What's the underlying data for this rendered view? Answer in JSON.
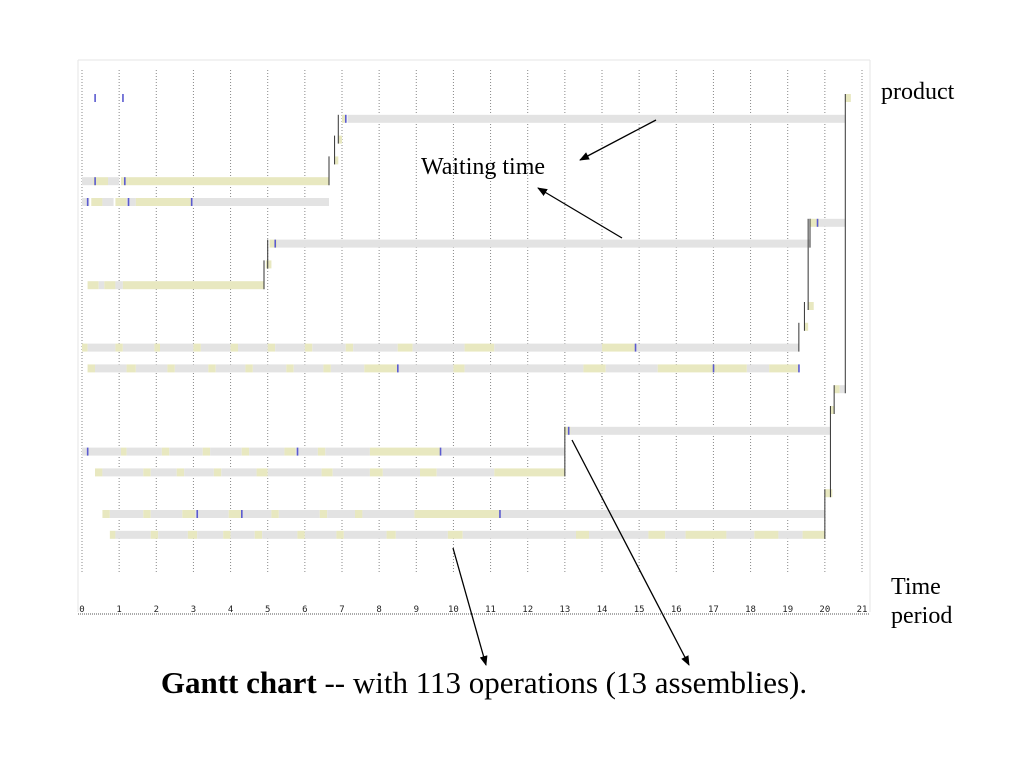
{
  "chart_data": {
    "type": "gantt",
    "xlim": [
      0,
      21
    ],
    "x_ticks": [
      0,
      1,
      2,
      3,
      4,
      5,
      6,
      7,
      8,
      9,
      10,
      11,
      12,
      13,
      14,
      15,
      16,
      17,
      18,
      19,
      20,
      21
    ],
    "grid": true,
    "colors": {
      "wait": "#e3e3e3",
      "process": "#e8e8c0",
      "setup": "#5a5ad0",
      "link": "#333333",
      "arrow": "#000000"
    },
    "rows": [
      {
        "y": 0,
        "segments": [
          [
            20.55,
            20.65,
            "p"
          ],
          [
            20.65,
            20.7,
            "p"
          ]
        ]
      },
      {
        "y": 1,
        "segments": [
          [
            7.0,
            7.1,
            "p"
          ],
          [
            7.15,
            20.55,
            "w"
          ]
        ]
      },
      {
        "y": 2,
        "segments": [
          [
            6.9,
            7.0,
            "p"
          ]
        ]
      },
      {
        "y": 3,
        "segments": [
          [
            6.8,
            6.9,
            "p"
          ]
        ]
      },
      {
        "y": 4,
        "segments": [
          [
            0,
            0.3,
            "w"
          ],
          [
            0.3,
            0.7,
            "p"
          ],
          [
            0.7,
            1.0,
            "w"
          ],
          [
            1.05,
            1.25,
            "p"
          ],
          [
            1.25,
            6.65,
            "p"
          ]
        ]
      },
      {
        "y": 5,
        "segments": [
          [
            0,
            0.2,
            "w"
          ],
          [
            0.25,
            0.55,
            "p"
          ],
          [
            0.55,
            0.85,
            "w"
          ],
          [
            0.9,
            1.2,
            "p"
          ],
          [
            1.2,
            1.45,
            "w"
          ],
          [
            1.45,
            2.95,
            "p"
          ],
          [
            2.95,
            6.65,
            "w"
          ]
        ]
      },
      {
        "y": 6,
        "segments": [
          [
            19.6,
            19.85,
            "p"
          ],
          [
            19.85,
            20.55,
            "w"
          ]
        ]
      },
      {
        "y": 7,
        "segments": [
          [
            5.05,
            5.25,
            "p"
          ],
          [
            5.25,
            19.6,
            "w"
          ]
        ]
      },
      {
        "y": 8,
        "segments": [
          [
            4.95,
            5.1,
            "p"
          ]
        ]
      },
      {
        "y": 9,
        "segments": [
          [
            0.15,
            0.45,
            "p"
          ],
          [
            0.45,
            0.6,
            "w"
          ],
          [
            0.6,
            0.9,
            "p"
          ],
          [
            0.9,
            1.1,
            "w"
          ],
          [
            1.1,
            4.9,
            "p"
          ]
        ]
      },
      {
        "y": 10,
        "segments": [
          [
            19.55,
            19.7,
            "p"
          ]
        ]
      },
      {
        "y": 11,
        "segments": [
          [
            19.45,
            19.55,
            "p"
          ]
        ]
      },
      {
        "y": 12,
        "segments": [
          [
            0,
            0.15,
            "p"
          ],
          [
            0.15,
            0.9,
            "w"
          ],
          [
            0.9,
            1.1,
            "p"
          ],
          [
            1.1,
            1.95,
            "w"
          ],
          [
            1.95,
            2.1,
            "p"
          ],
          [
            2.1,
            3.0,
            "w"
          ],
          [
            3.0,
            3.2,
            "p"
          ],
          [
            3.2,
            4.0,
            "w"
          ],
          [
            4.0,
            4.2,
            "p"
          ],
          [
            4.2,
            5.0,
            "w"
          ],
          [
            5.0,
            5.2,
            "p"
          ],
          [
            5.2,
            6.0,
            "w"
          ],
          [
            6.0,
            6.2,
            "p"
          ],
          [
            6.2,
            7.1,
            "w"
          ],
          [
            7.1,
            7.3,
            "p"
          ],
          [
            7.3,
            8.5,
            "w"
          ],
          [
            8.5,
            8.9,
            "p"
          ],
          [
            8.9,
            10.3,
            "w"
          ],
          [
            10.3,
            11.1,
            "p"
          ],
          [
            11.1,
            14.0,
            "w"
          ],
          [
            14.0,
            14.9,
            "p"
          ],
          [
            14.9,
            19.3,
            "w"
          ]
        ]
      },
      {
        "y": 13,
        "segments": [
          [
            0.15,
            0.35,
            "p"
          ],
          [
            0.35,
            1.2,
            "w"
          ],
          [
            1.2,
            1.45,
            "p"
          ],
          [
            1.45,
            2.3,
            "w"
          ],
          [
            2.3,
            2.5,
            "p"
          ],
          [
            2.5,
            3.4,
            "w"
          ],
          [
            3.4,
            3.6,
            "p"
          ],
          [
            3.6,
            4.4,
            "w"
          ],
          [
            4.4,
            4.6,
            "p"
          ],
          [
            4.6,
            5.5,
            "w"
          ],
          [
            5.5,
            5.7,
            "p"
          ],
          [
            5.7,
            6.5,
            "w"
          ],
          [
            6.5,
            6.7,
            "p"
          ],
          [
            6.7,
            7.6,
            "w"
          ],
          [
            7.6,
            8.5,
            "p"
          ],
          [
            8.5,
            10.0,
            "w"
          ],
          [
            10.0,
            10.3,
            "p"
          ],
          [
            10.3,
            13.5,
            "w"
          ],
          [
            13.5,
            14.1,
            "p"
          ],
          [
            14.1,
            15.5,
            "w"
          ],
          [
            15.5,
            17.1,
            "p"
          ],
          [
            17.1,
            17.9,
            "p"
          ],
          [
            17.9,
            18.5,
            "w"
          ],
          [
            18.5,
            19.3,
            "p"
          ]
        ]
      },
      {
        "y": 14,
        "segments": [
          [
            20.25,
            20.4,
            "p"
          ],
          [
            20.4,
            20.55,
            "w"
          ]
        ]
      },
      {
        "y": 15,
        "segments": [
          [
            20.15,
            20.25,
            "p"
          ]
        ]
      },
      {
        "y": 16,
        "segments": [
          [
            13.0,
            13.15,
            "p"
          ],
          [
            13.15,
            20.15,
            "w"
          ]
        ]
      },
      {
        "y": 17,
        "segments": [
          [
            0,
            0.15,
            "w"
          ],
          [
            0.15,
            1.05,
            "w"
          ],
          [
            1.05,
            1.2,
            "p"
          ],
          [
            1.2,
            2.15,
            "w"
          ],
          [
            2.15,
            2.35,
            "p"
          ],
          [
            2.35,
            3.25,
            "w"
          ],
          [
            3.25,
            3.45,
            "p"
          ],
          [
            3.45,
            4.3,
            "w"
          ],
          [
            4.3,
            4.5,
            "p"
          ],
          [
            4.5,
            5.45,
            "w"
          ],
          [
            5.45,
            5.75,
            "p"
          ],
          [
            5.75,
            6.35,
            "w"
          ],
          [
            6.35,
            6.55,
            "p"
          ],
          [
            6.55,
            7.75,
            "w"
          ],
          [
            7.75,
            9.65,
            "p"
          ],
          [
            9.65,
            13.0,
            "w"
          ]
        ]
      },
      {
        "y": 18,
        "segments": [
          [
            0.35,
            0.55,
            "p"
          ],
          [
            0.55,
            1.65,
            "w"
          ],
          [
            1.65,
            1.85,
            "p"
          ],
          [
            1.85,
            2.55,
            "w"
          ],
          [
            2.55,
            2.75,
            "p"
          ],
          [
            2.75,
            3.55,
            "w"
          ],
          [
            3.55,
            3.75,
            "p"
          ],
          [
            3.75,
            4.7,
            "w"
          ],
          [
            4.7,
            5.0,
            "p"
          ],
          [
            5.0,
            6.45,
            "w"
          ],
          [
            6.45,
            6.75,
            "p"
          ],
          [
            6.75,
            7.75,
            "w"
          ],
          [
            7.75,
            8.1,
            "p"
          ],
          [
            8.1,
            9.1,
            "w"
          ],
          [
            9.1,
            9.55,
            "p"
          ],
          [
            9.55,
            11.1,
            "w"
          ],
          [
            11.1,
            13.0,
            "p"
          ]
        ]
      },
      {
        "y": 19,
        "segments": [
          [
            20.0,
            20.2,
            "p"
          ]
        ]
      },
      {
        "y": 20,
        "segments": [
          [
            0.55,
            0.75,
            "p"
          ],
          [
            0.75,
            1.65,
            "w"
          ],
          [
            1.65,
            1.85,
            "p"
          ],
          [
            1.85,
            2.7,
            "w"
          ],
          [
            2.7,
            3.05,
            "p"
          ],
          [
            3.05,
            3.95,
            "w"
          ],
          [
            3.95,
            4.3,
            "p"
          ],
          [
            4.3,
            5.1,
            "w"
          ],
          [
            5.1,
            5.3,
            "p"
          ],
          [
            5.3,
            6.4,
            "w"
          ],
          [
            6.4,
            6.6,
            "p"
          ],
          [
            6.6,
            7.35,
            "w"
          ],
          [
            7.35,
            7.55,
            "p"
          ],
          [
            7.55,
            8.95,
            "w"
          ],
          [
            8.95,
            11.25,
            "p"
          ],
          [
            11.25,
            20.0,
            "w"
          ]
        ]
      },
      {
        "y": 21,
        "segments": [
          [
            0.75,
            0.9,
            "p"
          ],
          [
            0.9,
            1.85,
            "w"
          ],
          [
            1.85,
            2.05,
            "p"
          ],
          [
            2.05,
            2.85,
            "w"
          ],
          [
            2.85,
            3.1,
            "p"
          ],
          [
            3.1,
            3.8,
            "w"
          ],
          [
            3.8,
            4.0,
            "p"
          ],
          [
            4.0,
            4.65,
            "w"
          ],
          [
            4.65,
            4.85,
            "p"
          ],
          [
            4.85,
            5.8,
            "w"
          ],
          [
            5.8,
            6.0,
            "p"
          ],
          [
            6.0,
            6.85,
            "w"
          ],
          [
            6.85,
            7.05,
            "p"
          ],
          [
            7.05,
            8.2,
            "w"
          ],
          [
            8.2,
            8.45,
            "p"
          ],
          [
            8.45,
            9.85,
            "w"
          ],
          [
            9.85,
            10.25,
            "p"
          ],
          [
            10.25,
            13.3,
            "w"
          ],
          [
            13.3,
            13.65,
            "p"
          ],
          [
            13.65,
            15.25,
            "w"
          ],
          [
            15.25,
            15.7,
            "p"
          ],
          [
            15.7,
            16.25,
            "w"
          ],
          [
            16.25,
            17.35,
            "p"
          ],
          [
            17.35,
            18.1,
            "w"
          ],
          [
            18.1,
            18.75,
            "p"
          ],
          [
            18.75,
            19.4,
            "w"
          ],
          [
            19.4,
            20.0,
            "p"
          ]
        ]
      }
    ],
    "setup_marks": [
      [
        0,
        0.35
      ],
      [
        0,
        1.1
      ],
      [
        4,
        0.35
      ],
      [
        4,
        1.15
      ],
      [
        5,
        0.15
      ],
      [
        5,
        1.25
      ],
      [
        5,
        2.95
      ],
      [
        1,
        7.1
      ],
      [
        7,
        5.2
      ],
      [
        6,
        19.8
      ],
      [
        12,
        14.9
      ],
      [
        13,
        8.5
      ],
      [
        13,
        17.0
      ],
      [
        13,
        19.3
      ],
      [
        17,
        0.15
      ],
      [
        17,
        5.8
      ],
      [
        17,
        9.65
      ],
      [
        16,
        13.1
      ],
      [
        20,
        3.1
      ],
      [
        20,
        4.3
      ],
      [
        20,
        11.25
      ]
    ],
    "links": [
      [
        6.65,
        4,
        6.65,
        3
      ],
      [
        6.8,
        3,
        6.8,
        2
      ],
      [
        6.9,
        2,
        6.9,
        1
      ],
      [
        4.9,
        9,
        4.9,
        8
      ],
      [
        5.0,
        8,
        5.0,
        7
      ],
      [
        19.3,
        12,
        19.3,
        11
      ],
      [
        19.45,
        11,
        19.45,
        10
      ],
      [
        19.55,
        10,
        19.55,
        6
      ],
      [
        19.6,
        7,
        19.6,
        6
      ],
      [
        13.0,
        18,
        13.0,
        16
      ],
      [
        20.0,
        21,
        20.0,
        19
      ],
      [
        20.15,
        19,
        20.15,
        15
      ],
      [
        20.25,
        15,
        20.25,
        14
      ],
      [
        20.55,
        14,
        20.55,
        0
      ]
    ],
    "annotations": {
      "waiting_time": "Waiting time",
      "product": "product",
      "time_period_line1": "Time",
      "time_period_line2": "period"
    },
    "caption": {
      "bold": "Gantt chart",
      "rest": " -- with 113 operations (13 assemblies)."
    }
  }
}
